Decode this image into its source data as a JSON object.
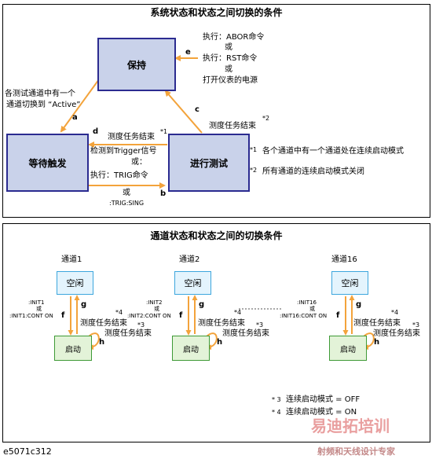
{
  "top": {
    "title": "系统状态和状态之间切换的条件",
    "states": {
      "hold": "保持",
      "wait": "等待触发",
      "measure": "进行测试"
    },
    "labels": {
      "a": "a",
      "b": "b",
      "c": "c",
      "d": "d",
      "e": "e"
    },
    "e_text": [
      "执行：ABOR命令",
      "或",
      "执行：RST命令",
      "或",
      "打开仪表的电源"
    ],
    "a_text": [
      "各测试通道中有一个",
      "通道切换到 “Active”"
    ],
    "c_text": "测度任务结束",
    "c_mark": "*2",
    "d_text": "测度任务结束",
    "d_mark": "*1",
    "b_text": [
      "检测到Trigger信号",
      "或：",
      "执行：TRIG命令",
      "或"
    ],
    "b_cmd": ":TRIG:SING",
    "notes": [
      {
        "mark": "*1",
        "text": "各个通道中有一个通道处在连续启动模式"
      },
      {
        "mark": "*2",
        "text": "所有通道的连续启动模式关闭"
      }
    ]
  },
  "bottom": {
    "title": "通道状态和状态之间的切换条件",
    "channels": [
      {
        "name": "通道1",
        "cmd1": ":INIT1",
        "or": "或",
        "cmd2": ":INIT1:CONT ON"
      },
      {
        "name": "通道2",
        "cmd1": ":INIT2",
        "or": "或",
        "cmd2": ":INIT2:CONT ON"
      },
      {
        "name": "通道16",
        "cmd1": ":INIT16",
        "or": "或",
        "cmd2": ":INIT16:CONT ON"
      }
    ],
    "idle": "空闲",
    "start": "启动",
    "f": "f",
    "g": "g",
    "h": "h",
    "task_end": "测度任务结束",
    "mark3": "*3",
    "mark4": "*4",
    "notes": [
      {
        "mark": "* 3",
        "text": "连续启动模式 = OFF"
      },
      {
        "mark": "* 4",
        "text": "连续启动模式 = ON"
      }
    ]
  },
  "footer": {
    "id": "e5071c312",
    "watermark1": "易迪拓培训",
    "watermark2": "射频和天线设计专家"
  },
  "colors": {
    "arrow": "#f3a33b",
    "state_border": "#2b2b90",
    "idle_border": "#3da6dd",
    "start_border": "#3e9a36"
  }
}
